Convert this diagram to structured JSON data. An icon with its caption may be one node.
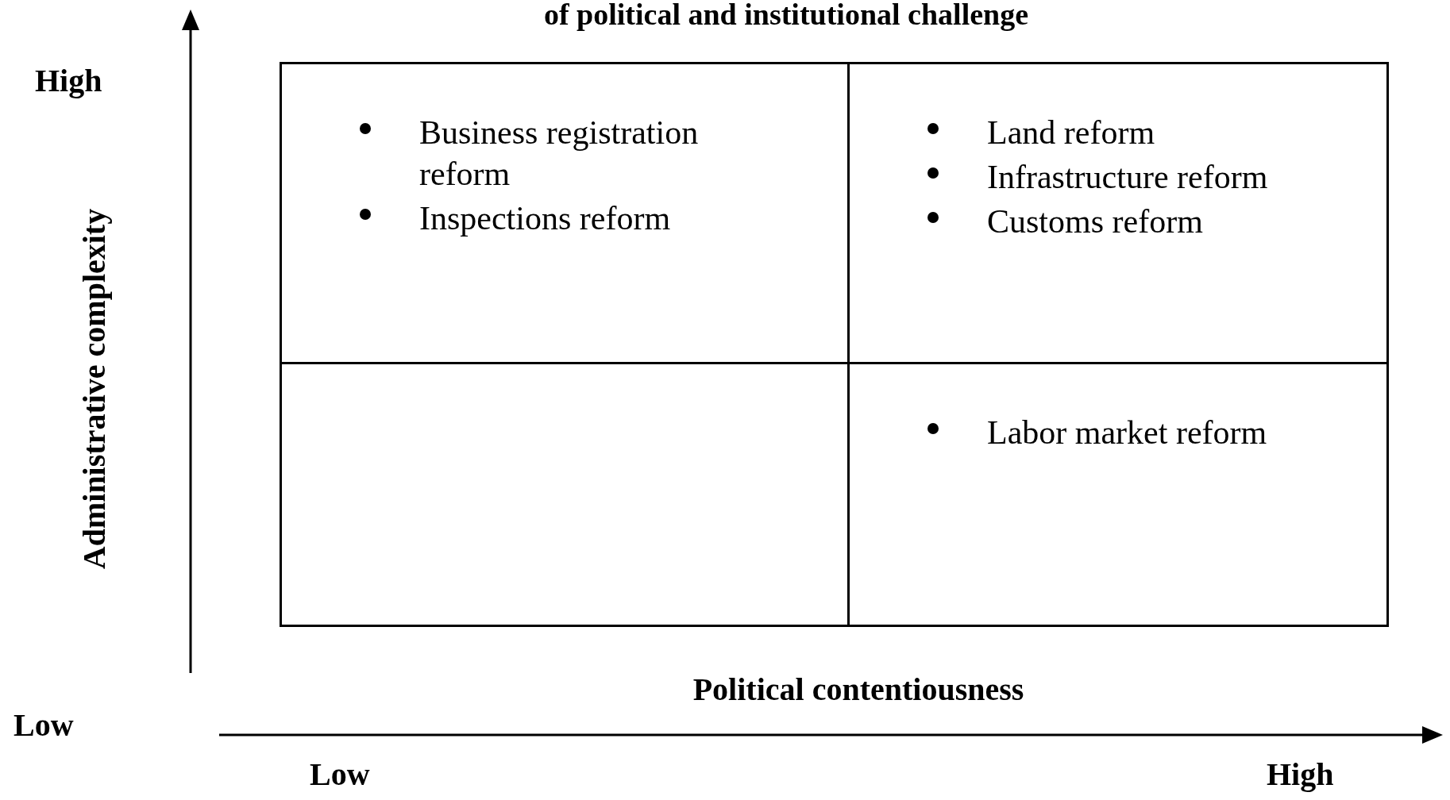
{
  "diagram": {
    "title": "of political and institutional challenge",
    "nodes": [
      {
        "text": [
          "Business registration reform",
          "Inspections reform"
        ]
      },
      {
        "text": [
          "Land reform",
          "Infrastructure reform",
          "Customs reform"
        ]
      },
      {
        "text": [],
        "shape": "box"
      },
      {
        "text": [
          "Labor market reform"
        ]
      }
    ],
    "labels": [
      "High",
      "Administrative complexity",
      "Low",
      "Political contentiousness",
      "Low",
      "High"
    ]
  }
}
